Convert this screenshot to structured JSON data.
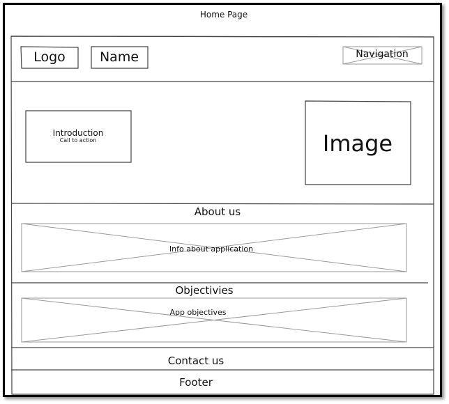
{
  "page_title": "Home Page",
  "header": {
    "logo": "Logo",
    "name": "Name",
    "navigation": "Navigation"
  },
  "hero": {
    "intro_title": "Introduction",
    "intro_subtitle": "Call to action",
    "image": "Image"
  },
  "about": {
    "heading": "About us",
    "content": "Info about application"
  },
  "objectives": {
    "heading": "Objectivies",
    "content": "App objectives"
  },
  "contact": {
    "heading": "Contact us"
  },
  "footer": {
    "label": "Footer"
  }
}
